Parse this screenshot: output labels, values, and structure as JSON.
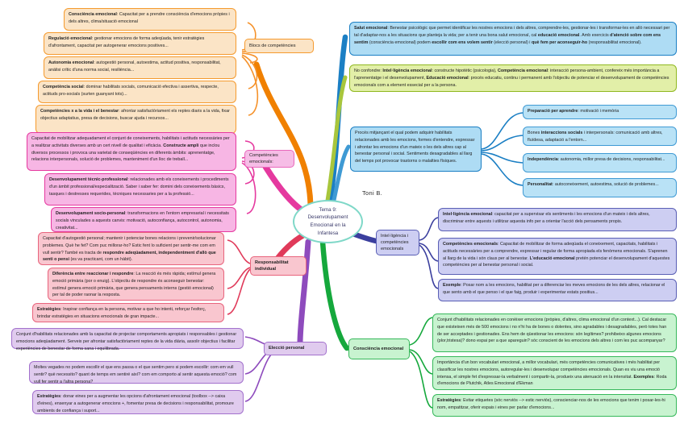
{
  "central": {
    "title": "Tema 9: Desenvolupament Emocional en la Infantesa",
    "color": "#7fd8c8"
  },
  "signature": {
    "text": "Toni B."
  },
  "branches": [
    {
      "id": "blocs",
      "label": "Blocs de competències",
      "color": "#f08000",
      "children": [
        {
          "bold": "Consciència emocional",
          "text": ": Capacitat per a prendre consciència d'emocions pròpies i dels altres, clima/situació emocional"
        },
        {
          "bold": "Regulació emocional",
          "text": ": gestionar emocions de forma adeqüada, tenir estratègies d'afrontament, capacitat per autogenerar emocions positives..."
        },
        {
          "bold": "Autonomia emocional",
          "text": ": autogestió personal, autoestima, actitud positiva, responsabilitat, anàlisi crític d'una norma social, resiliència..."
        },
        {
          "bold": "Competència social",
          "text": ": dominar habilitats socials, comunicació efectiva i assertiva, respecte, actituds pro-socials (surten guanyant tots)..."
        },
        {
          "bold": "Competències x a la vida i el benestar",
          "text": ": afrontar satisfactòriament els reptes diaris a la vida, fixar objectius adaptatius, presa de decisions, buscar ajuda i recursos..."
        }
      ]
    },
    {
      "id": "competencies",
      "label": "Competències emocionals:",
      "color": "#e5399f",
      "children": [
        {
          "bold": "",
          "text": "Capacitat de mobilitzar adequadament el conjunt de coneixements, habilitats i actituds necessàries per a realitzar activitats diverses amb un cert nivell de qualitat i eficàcia. <b>Constructe ampli</b> que inclou diversos processos i provoca una varietat de conseqüències en diferents àmbits: aprenentatge, relacions interpersonals, solució de problemes, manteniment d'un lloc de treball..."
        },
        {
          "bold": "Desenvolupament tècnic-professional",
          "text": ": relacionades amb els coneixements i procediments d'un àmbit professional/especialització. Saber i saber fer: domini dels coneixements bàsics, tasques i destresses requerides, tècniques necessaries per a la professió..."
        },
        {
          "bold": "Desenvolupament socio-personal",
          "text": ": transformacions en l'entorn empresarial i necessitats socials vinculades a aquests canvis: motivació, autoconfiança, autocontrol, autonomia, creativitat..."
        }
      ]
    },
    {
      "id": "responsabilitat",
      "label": "Responsabilitat individual",
      "color": "#e03a5a",
      "children": [
        {
          "bold": "",
          "text": "Capacitat d'autogestió personal; mantenir i potenciar bones relacions i prevenir/solucionar problemes. Què he fet? Com puc millorar-ho? Estic fent lo suficient per sentir-me com em vull sentir? També es tracta de <b>respondre adeqüadament, independentment d'allò que senti o pensi</b> (es va practicant, com un hàbit)."
        },
        {
          "bold": "Diferència entre reaccionar i respondre",
          "text": ": La reacció és més ràpida; estímul genera emoció primària (por o enuig). L'objectiu de respondre és aconseguir benestar: estímul genera emoció primària, que genera pensaments interns (gestió emocional) per tal de poder raonar la resposta."
        },
        {
          "bold": "Estratègies",
          "text": ": Inspirar confiança en la persona, motivar a que ho intenti, reforçar l'esforç, brindar estratègies en situacions emocionals de gran impacte..."
        }
      ]
    },
    {
      "id": "eleccio",
      "label": "Elecció personal",
      "color": "#8e4bbd",
      "children": [
        {
          "bold": "",
          "text": "Conjunt d'habilitats relacionades amb la capacitat de projectar comportaments apropiats i responsables i gestionar emocions adeqüadament. Serveix per afrontar satisfactòriament reptes de la vida diària, assolir objectius i facilitar experiències de benestar de forma sana i equilibrada."
        },
        {
          "bold": "",
          "text": "Moltes vegades no podem escollir el que ens passa o el que sentim pero si podem escollir: com em vull sentir? què necessito? quant de temps em sentiré així? com em comporto al sentir aquesta emoció? com vull fer sentir a l'altra persona?"
        },
        {
          "bold": "Estratègies",
          "text": ": donar eines per a augmentar les opcions d'afrontament emocional (toolbox --> caixa d'eines), ensenyar a autogenerar emocions +, fomentar presa de decisions i responsabilitat, promoure ambients de confiança i suport..."
        }
      ]
    }
  ],
  "right": {
    "salut": {
      "bold": "Salut emocional",
      "text": ": Benestar psicològic que permet identificar les nostres emocions i dels altres, comprendre-les, gestionar-les i transformar-les en allò necessari per tal d'adaptar-nos a les situacions que planteja la vida; per a tenir una bona salut emocional, cal <b>educació emocional</b>. Amb exercicis <b>d'atenció sobre com ens sentim</b> (consciència emocional) podem <b>escollir com ens volem sentir</b> (elecció personal) i <b>què fem per aconseguir-ho</b> (responsabilitat emocional).",
      "color": "#1b7fc4"
    },
    "noconfondre": {
      "text": "No confondre: <b>Intel·ligència emocional</b>: constructe hipotètic (psicologia), <b>Competència emocional</b>: interacció persona-ambient, confereix més importància a l'aprenentatge i el desenvolupament, <b>Educació emocional</b>: procés educatiu, continu i permanent amb l'objectiu de potenciar el desenvolupament de competències emocionals com a element essecial per a la persona.",
      "color": "#90b820"
    },
    "proces": {
      "text": "Procés mitjançant el qual podem adquirir habilitats relacionades amb les emocions, formes d'entendre, expressar i afrontar les emocions d'un mateix o les dels altres cap al benestar personal i social. Sentiments desagradables al llarg del temps pot provocar trastorns o malalties físiques.",
      "color": "#1b7fc4",
      "children": [
        {
          "bold": "Preparació per aprendre",
          "text": ": motivació i memòria"
        },
        {
          "bold": "",
          "text": "Bones <b>interaccions socials</b> i interpersonals: comunicació amb altres, fluïdesa, adaptació a l'entorn..."
        },
        {
          "bold": "Independència",
          "text": ": autonomia, millor presa de decisions, responsabilitat..."
        },
        {
          "bold": "Personalitat",
          "text": ": autoconeixement, autoestima, solució de problemes..."
        }
      ]
    },
    "intel": {
      "label": "Intel·ligència i competències emocionals",
      "color": "#3b3f9e",
      "children": [
        {
          "bold": "Intel·ligència emocional",
          "text": ": capacitat per a supervisar els sentiments i les emocions d'un mateix i dels altres, discriminar entre aquests i utilitzar aquesta info per a orientar l'acció dels pensaments propis."
        },
        {
          "bold": "Competències emocionals",
          "text": ": Capacitat de mobilitzar de forma adeqüada el coneixement, capacitats, habilitats i actituds necessàries per a comprendre, expressar i regular de forma apropiada els fenòmens emocionals. S'aprenen al llarg de la vida i són claus per al benestar. <b>L'educació emocional</b> pretén potenciar el desenvolupament d'aquestes competències per al benestar personal i social."
        },
        {
          "bold": "Exemple",
          "text": ": Posar nom a les emocions, habilitat per a diferenciar les meves emocions de les dels altres, relacionar el que sento amb el que penso i el que faig, produir i experimentar estats positius..."
        }
      ]
    },
    "consciencia": {
      "label": "Consciència emocional",
      "color": "#15a83c",
      "children": [
        {
          "bold": "",
          "text": "Conjunt d'habilitats relacionades en conèixer emocions (pròpies, d'altres, clima emocional d'un context...). Cal destacar que existeixen més de 500 emocions i no n'hi ha de bones o dolentes, sino agradables i desagradables, però totes han de ser acceptades i gestionades. Ens hem de qüestionar les emocions: són legítimes? prohibeixo algunes emocions (plor,tristesa)? dono espai per a que apareguin? sóc conscient de les emocions dels altres i com les puc acompanyar?"
        },
        {
          "bold": "",
          "text": "Importància d'un bon vocabulari emocional, a millor vocabulari, més competències comunicatives i més habilitat per classificar les nostres emocions, autoregular-les i desenvolupar competències emocionals. Quan es viu una emoció intensa, el simple fet d'expressar-la verbalment i compartir-la, produeix una atenuació en la intensitat. <b>Exemples</b>: Roda d'emocions de Plutchik, Atles Emocional d'Ekman"
        },
        {
          "bold": "Estratègies",
          "text": ": Evitar etiquetes (sóc nerviós --> estic nerviós), conscienciar-nos de les emocions que tenim i posar-les-hi nom, empatitzar, oferir espais i eines per parlar d'emocions..."
        }
      ]
    }
  }
}
